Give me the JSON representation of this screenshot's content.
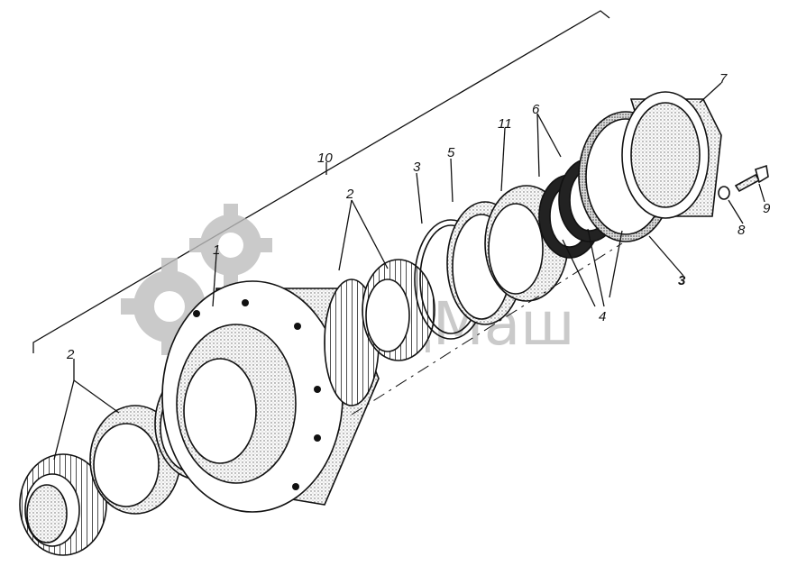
{
  "labels": {
    "l1": "1",
    "l2_left": "2",
    "l2_mid": "2",
    "l3_a": "3",
    "l3_b": "3",
    "l4": "4",
    "l5": "5",
    "l6": "6",
    "l7": "7",
    "l8": "8",
    "l9": "9",
    "l10": "10",
    "l11": "11"
  },
  "watermark": {
    "text": "СпецМаш",
    "color": "#b9b9b9"
  },
  "colors": {
    "ink": "#111111",
    "background": "#ffffff"
  }
}
